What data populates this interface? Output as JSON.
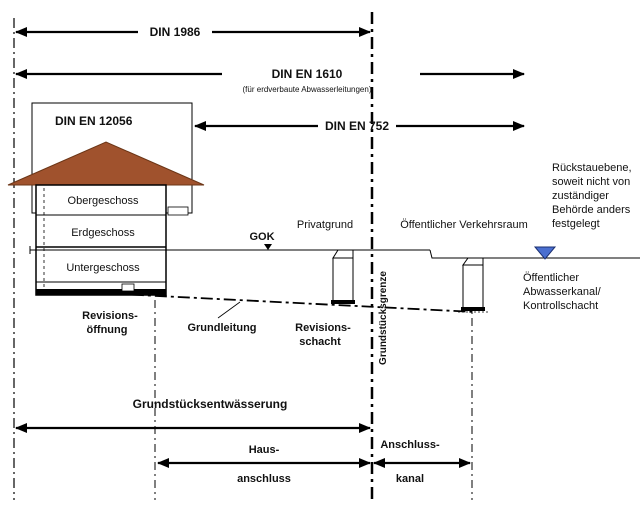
{
  "norms": {
    "din1986": "DIN 1986",
    "din_en_1610": "DIN EN 1610",
    "din_en_1610_note": "(für erdverbaute Abwasserleitungen)",
    "din_en_12056": "DIN EN 12056",
    "din_en_752": "DIN EN 752"
  },
  "building": {
    "floors": [
      "Obergeschoss",
      "Erdgeschoss",
      "Untergeschoss"
    ]
  },
  "ground": {
    "gok": "GOK",
    "private": "Privatgrund",
    "public": "Öffentlicher Verkehrsraum",
    "boundary": "Grundstücksgrenze"
  },
  "backwater": [
    "Rückstauebene,",
    "soweit nicht von",
    "zuständiger",
    "Behörde anders",
    "festgelegt"
  ],
  "public_sewer": [
    "Öffentlicher",
    "Abwasserkanal/",
    "Kontrollschacht"
  ],
  "labels": {
    "revision_opening": [
      "Revisions-",
      "öffnung"
    ],
    "main_pipe": "Grundleitung",
    "revision_shaft": [
      "Revisions-",
      "schacht"
    ]
  },
  "spans": {
    "drainage": "Grundstücksentwässerung",
    "house_connection": [
      "Haus-",
      "anschluss"
    ],
    "connection_channel": [
      "Anschluss-",
      "kanal"
    ]
  },
  "colors": {
    "roof": "#a0522d",
    "water_marker": "#4a6fd0"
  }
}
